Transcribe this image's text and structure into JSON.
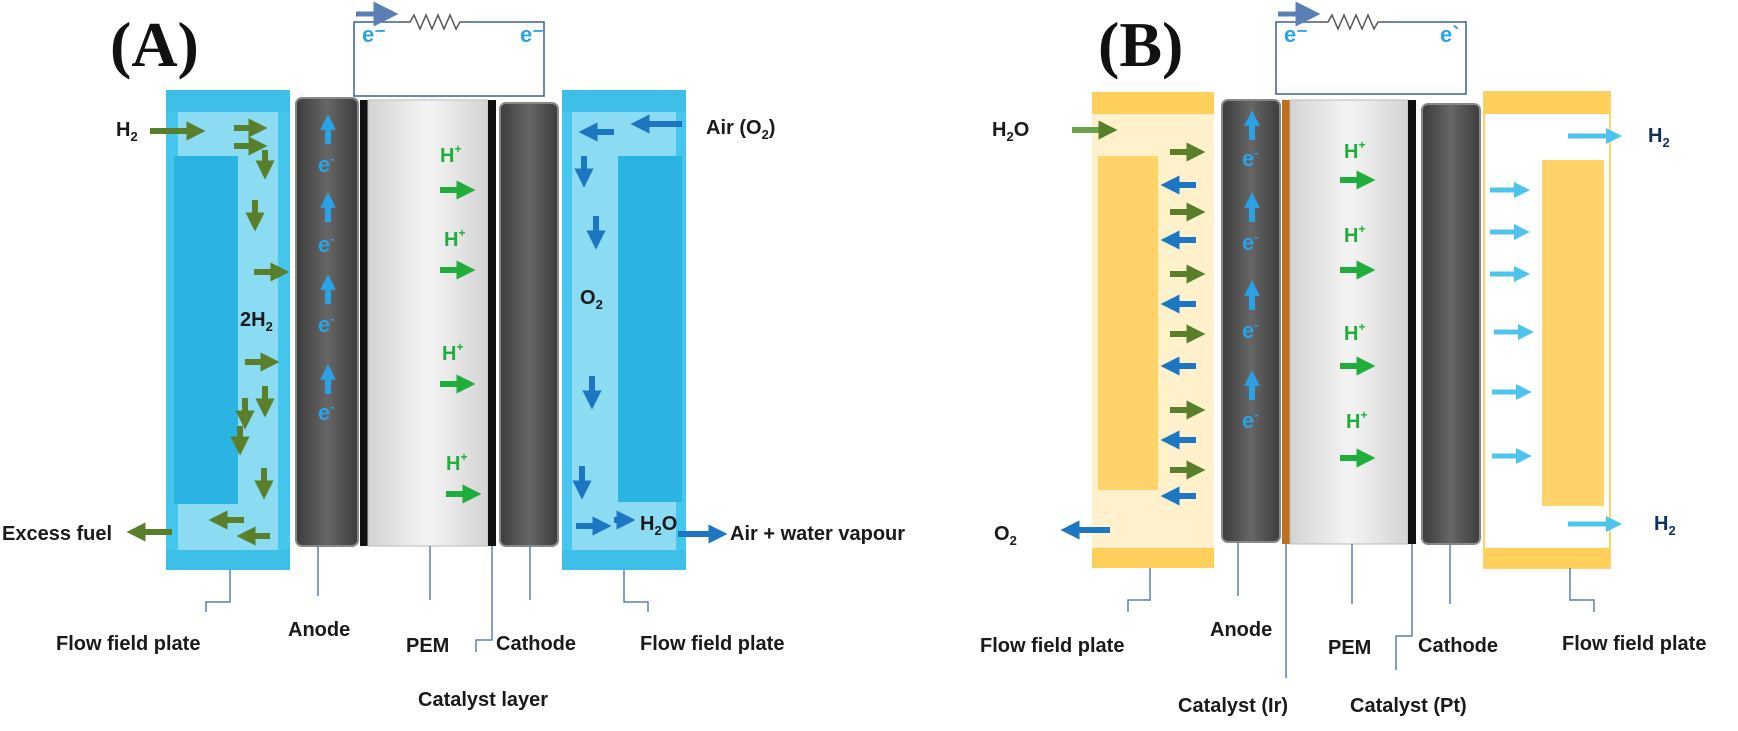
{
  "panels": [
    {
      "letter": "(A)",
      "circuit_electrons": [
        "e⁻",
        "e⁻"
      ],
      "inputs": {
        "h2": "H",
        "air": "Air (O",
        "air_close": ")"
      },
      "interior": {
        "twoH2": "2H",
        "o2": "O",
        "h2o": "H",
        "h2o_tail": "O"
      },
      "outputs": {
        "excess": "Excess fuel",
        "air_water": "Air + water vapour"
      },
      "electron": "e",
      "proton": "H",
      "sub2": "2",
      "sup_plus": "+",
      "sup_minus": "-",
      "bottom_labels": {
        "ffp_left": "Flow field plate",
        "anode": "Anode",
        "pem": "PEM",
        "cathode": "Cathode",
        "ffp_right": "Flow field plate",
        "catalyst": "Catalyst layer"
      }
    },
    {
      "letter": "(B)",
      "circuit_electrons": [
        "e⁻",
        "e`"
      ],
      "inputs": {
        "h2o": "H",
        "h2o_tail": "O"
      },
      "outputs": {
        "o2": "O",
        "h2_top": "H",
        "h2_bottom": "H"
      },
      "electron": "e",
      "proton": "H",
      "sub2": "2",
      "sup_plus": "+",
      "sup_minus": "-",
      "bottom_labels": {
        "ffp_left": "Flow field plate",
        "anode": "Anode",
        "pem": "PEM",
        "cathode": "Cathode",
        "ffp_right": "Flow field plate",
        "catalyst_ir": "Catalyst (Ir)",
        "catalyst_pt": "Catalyst (Pt)"
      }
    }
  ],
  "colors": {
    "plate_blue": "#45c6ec",
    "plate_blue_dark": "#2bb3e2",
    "plate_yellow": "#ffcf5c",
    "electrode": "#555555",
    "membrane": "#e6e6e6",
    "green_arrow": "#5a7f2b",
    "blue_arrow": "#1d76c0",
    "light_blue_arrow": "#4cc4ee",
    "catalyst_ir": "#c0701a",
    "wire": "#3a5f9e"
  },
  "icons": [
    "resistor-icon",
    "arrow-icon"
  ]
}
